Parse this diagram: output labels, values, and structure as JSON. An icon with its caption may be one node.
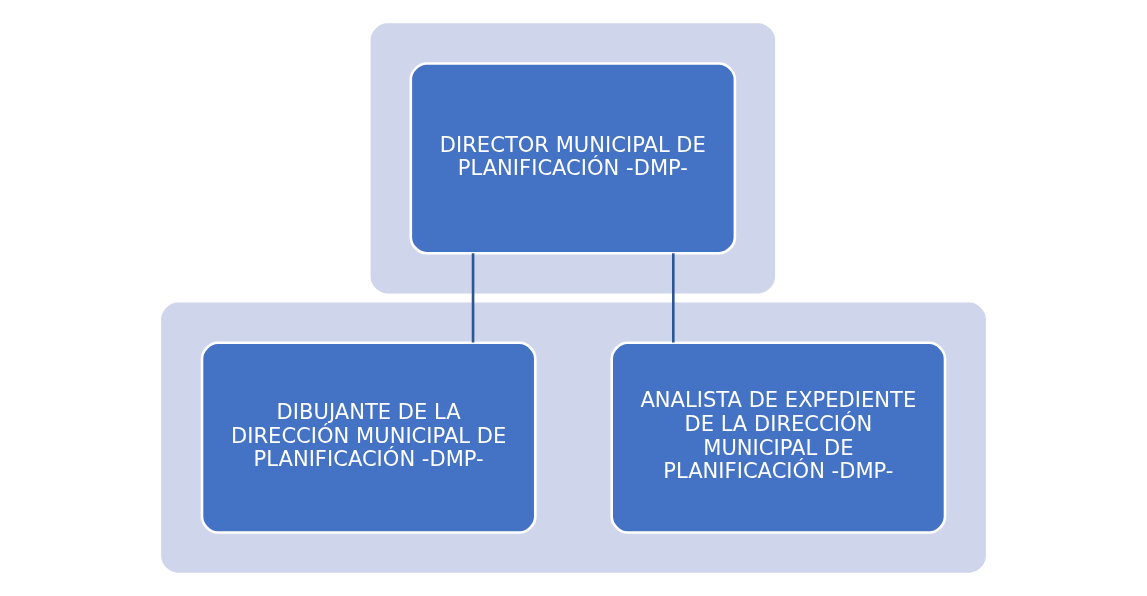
{
  "diagram": {
    "nodes": [
      {
        "text": [],
        "shape": "band"
      },
      {
        "text": [
          "DIRECTOR MUNICIPAL DE PLANIFICACIÓN -DMP-"
        ],
        "in": 0
      },
      {
        "text": [],
        "shape": "band"
      },
      {
        "text": [
          "ANALISTA DE EXPEDIENTE DE LA DIRECCIÓN MUNICIPAL DE PLANIFICACIÓN -DMP-"
        ],
        "in": 2
      },
      {
        "text": [
          "DIBUJANTE DE LA DIRECCIÓN MUNICIPAL DE PLANIFICACIÓN -DMP-"
        ],
        "in": 2
      }
    ],
    "edges": [
      {
        "from": 1,
        "to": 3,
        "arrow": "none"
      },
      {
        "from": 1,
        "to": 4,
        "arrow": "none"
      }
    ]
  }
}
